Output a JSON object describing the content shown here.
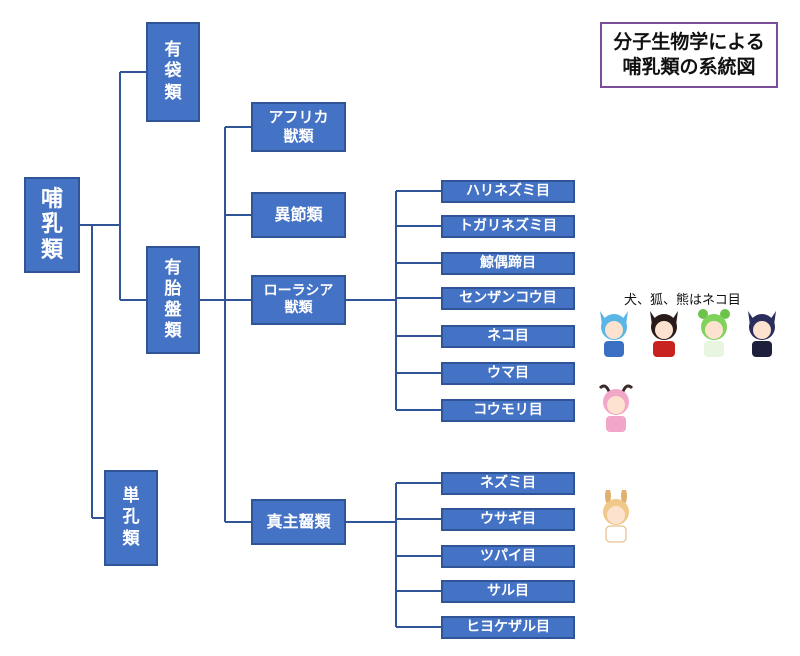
{
  "title": {
    "line1": "分子生物学による",
    "line2": "哺乳類の系統図"
  },
  "nodes": {
    "root": "哺乳類",
    "marsupials": "有袋類",
    "placentals": "有胎盤類",
    "monotremes": "単孔類",
    "afrotheria": {
      "line1": "アフリカ",
      "line2": "獣類"
    },
    "xenarthra": "異節類",
    "laurasiatheria": {
      "line1": "ローラシア",
      "line2": "獣類"
    },
    "euarchontoglires": "真主齧類"
  },
  "laurasia_orders": [
    "ハリネズミ目",
    "トガリネズミ目",
    "鯨偶蹄目",
    "センザンコウ目",
    "ネコ目",
    "ウマ目",
    "コウモリ目"
  ],
  "euarchonto_orders": [
    "ネズミ目",
    "ウサギ目",
    "ツパイ目",
    "サル目",
    "ヒヨケザル目"
  ],
  "note": "犬、狐、熊はネコ目",
  "colors": {
    "box_fill": "#4472c4",
    "box_border": "#2f5597",
    "line": "#2f5597",
    "title_border": "#7a4e9b"
  }
}
